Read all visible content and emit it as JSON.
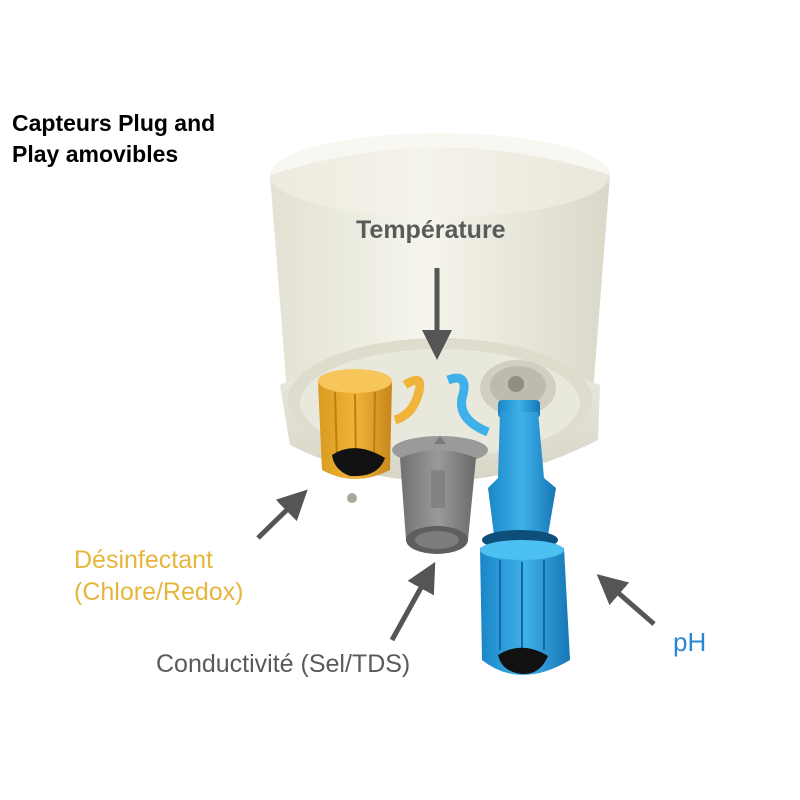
{
  "heading": {
    "line1": "Capteurs Plug and",
    "line2": "Play amovibles"
  },
  "labels": {
    "temperature": "Température",
    "disinfectant_line1": "Désinfectant",
    "disinfectant_line2": "(Chlore/Redox)",
    "conductivity": "Conductivité (Sel/TDS)",
    "ph": "pH"
  },
  "colors": {
    "disinfectant": "#e6b63c",
    "conductivity": "#5a5a5a",
    "ph": "#2a87d6",
    "body": "#efeee2"
  }
}
